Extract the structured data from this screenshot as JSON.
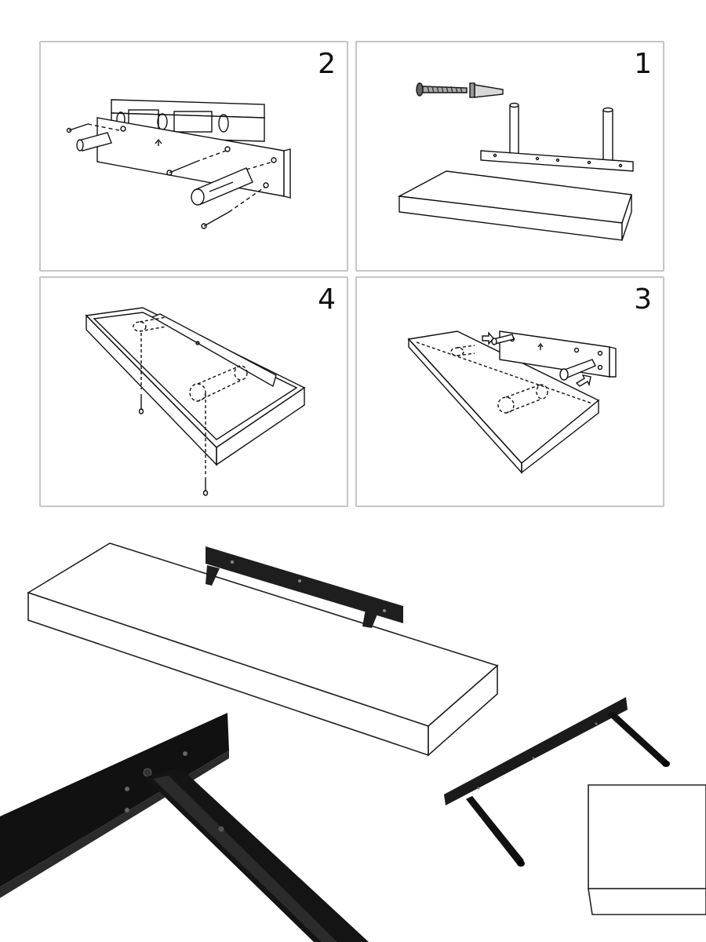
{
  "steps": [
    {
      "id": "step-2",
      "number": "2",
      "scene": "level-bracket-wall-anchors"
    },
    {
      "id": "step-1",
      "number": "1",
      "scene": "parts-screw-anchor-bracket-shelf"
    },
    {
      "id": "step-4",
      "number": "4",
      "scene": "shelf-underside-screws"
    },
    {
      "id": "step-3",
      "number": "3",
      "scene": "slide-shelf-onto-rods"
    }
  ],
  "photo": {
    "items": [
      "shelf-board",
      "mounting-bracket",
      "bracket-closeup",
      "bracket-with-rods",
      "shelf-corner"
    ]
  },
  "colors": {
    "line": "#111111",
    "panel_border": "#c6c6c6",
    "metal": "#1e1e1e",
    "shelf": "#ffffff"
  }
}
